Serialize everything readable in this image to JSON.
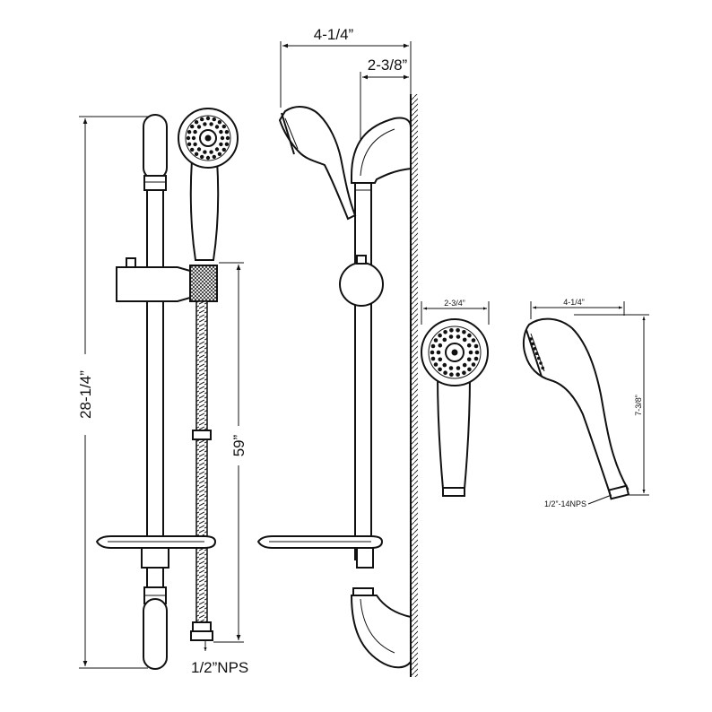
{
  "dimensions": {
    "overall_height": "28-1/4”",
    "hose_length": "59”",
    "hose_thread": "1/2”NPS",
    "projection_total": "4-1/4”",
    "projection_wall": "2-3/8”",
    "handshower_face_width": "2-3/4”",
    "handshower_depth": "4-1/4”",
    "handshower_height": "7-3/8”",
    "handshower_thread": "1/2”-14NPS"
  },
  "colors": {
    "line": "#111111",
    "background": "#ffffff"
  }
}
